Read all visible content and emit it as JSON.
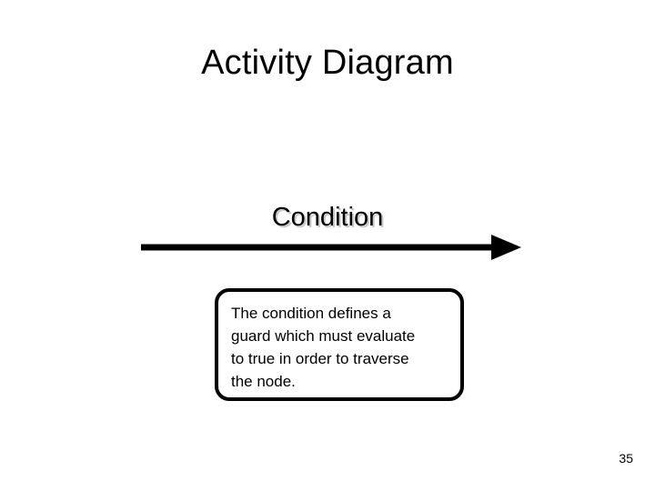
{
  "slide": {
    "title": "Activity Diagram",
    "page_number": "35",
    "background_color": "#ffffff",
    "ink_color": "#000000"
  },
  "condition_label": {
    "text": "Condition",
    "shadow_color": "#c9c9c9"
  },
  "arrow": {
    "icon": "right-arrow-icon",
    "direction": "right",
    "color": "#000000"
  },
  "note_box": {
    "text": "The condition defines a\nguard which must evaluate\nto true in order to traverse\nthe node.",
    "lines": [
      "The condition defines a",
      "guard which must evaluate",
      "to true in order to traverse",
      "the node."
    ],
    "border_color": "#000000",
    "fill_color": "#ffffff"
  }
}
